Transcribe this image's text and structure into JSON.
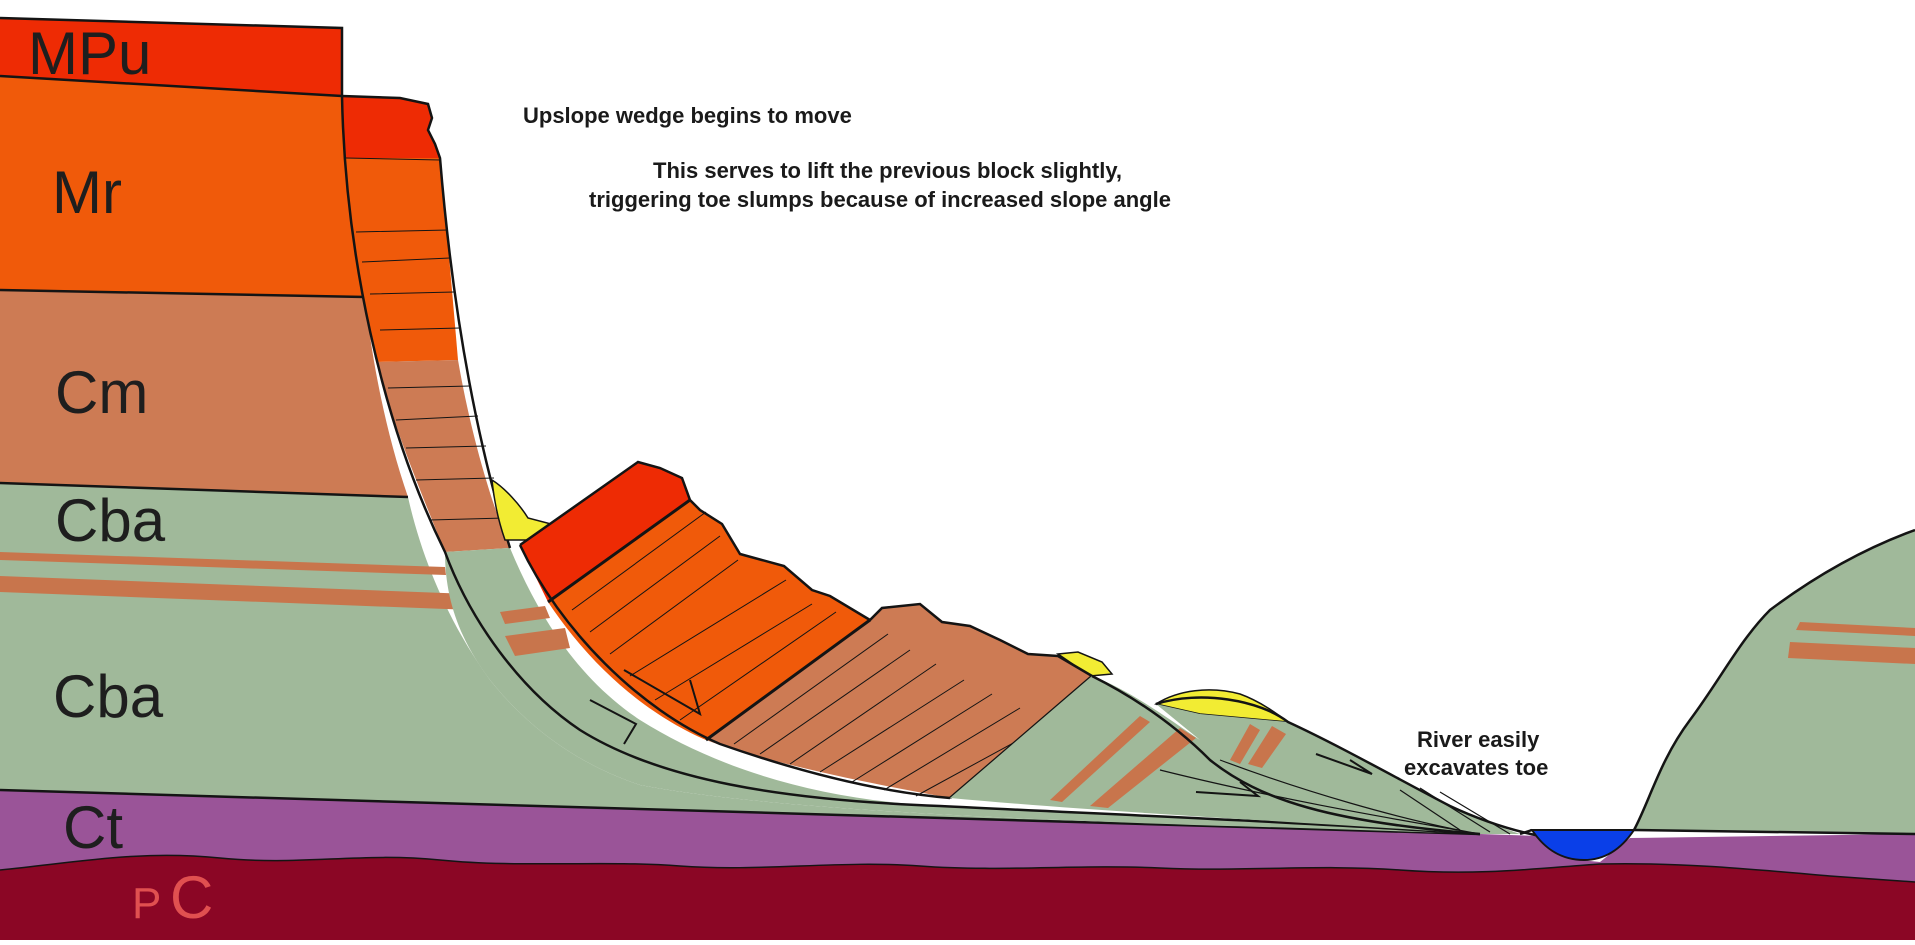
{
  "annotations": {
    "upslope": "Upslope wedge begins to move",
    "lift_line1": "This serves to lift the previous block slightly,",
    "lift_line2": "triggering toe slumps because of increased slope angle",
    "river_line1": "River easily",
    "river_line2": "excavates toe"
  },
  "units": {
    "mpu": "MPu",
    "mr": "Mr",
    "cm": "Cm",
    "cba_upper": "Cba",
    "cba_lower": "Cba",
    "ct": "Ct",
    "pc_p": "P",
    "pc_c": "C"
  },
  "colors": {
    "mpu": "#ee2b04",
    "mr": "#f05a0a",
    "cm": "#cd7b54",
    "cba": "#a0b99a",
    "cba_band": "#c8754c",
    "ct": "#9a5498",
    "pc": "#8b0625",
    "talus": "#f2ec33",
    "river": "#0a3fe8",
    "line": "#141414"
  }
}
